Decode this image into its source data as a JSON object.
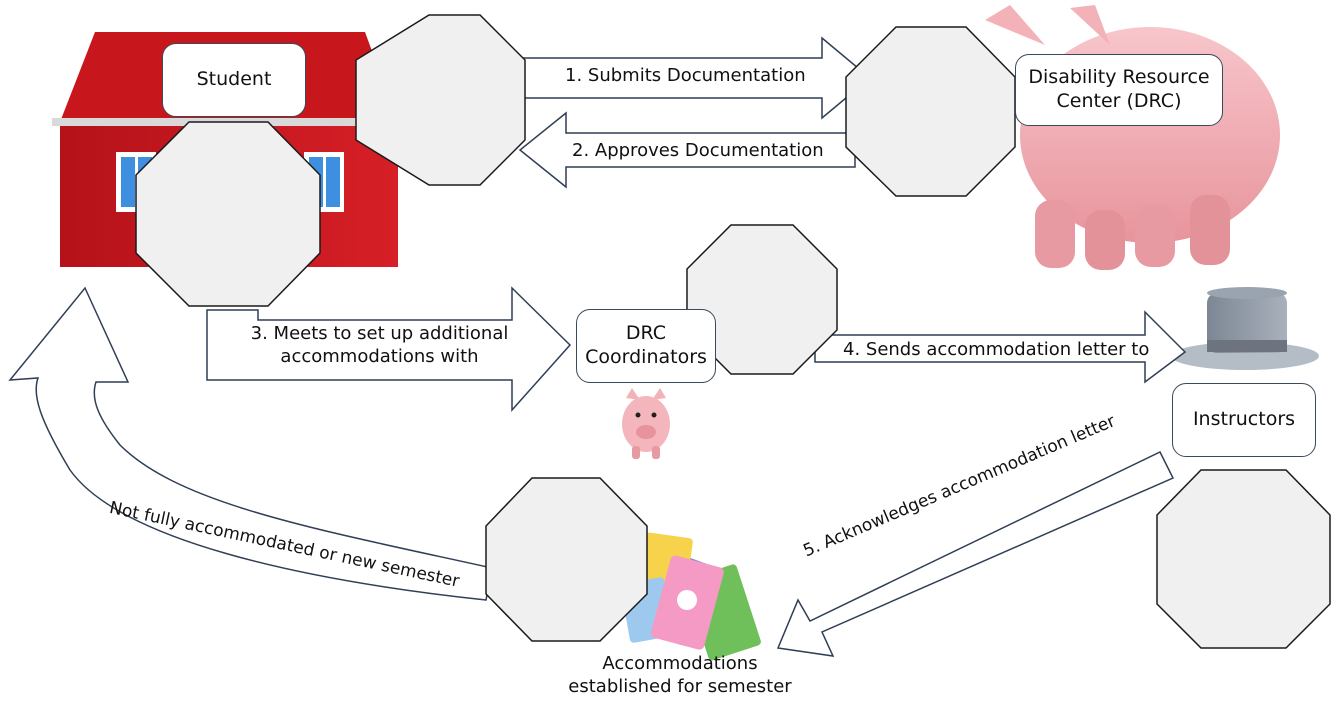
{
  "nodes": {
    "student": "Student",
    "drc": "Disability Resource Center (DRC)",
    "coordinators": "DRC Coordinators",
    "instructors": "Instructors",
    "accommodations": "Accommodations established for semester"
  },
  "steps": {
    "step1": "1. Submits Documentation",
    "step2": "2. Approves Documentation",
    "step3_line1": "3. Meets to set up additional",
    "step3_line2": "accommodations with",
    "step4": "4. Sends accommodation letter to",
    "step5": "5. Acknowledges accommodation letter",
    "loop": "Not fully accommodated or new semester"
  },
  "colors": {
    "barn_red": "#c8161d",
    "pig_pink": "#f2a9b0",
    "hat_gray": "#8f99a5",
    "octagon_fill": "#f0f0f0",
    "arrow_stroke": "#2f3f55"
  }
}
